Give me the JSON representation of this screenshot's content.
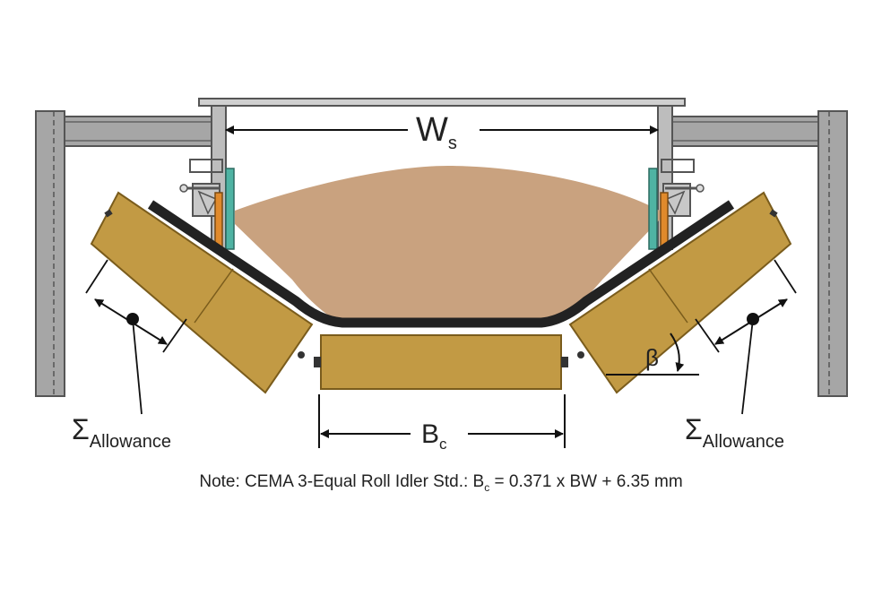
{
  "labels": {
    "ws_main": "W",
    "ws_sub": "s",
    "bc_main": "B",
    "bc_sub": "c",
    "beta": "β",
    "sigma": "Σ",
    "allowance": "Allowance"
  },
  "note": {
    "prefix": "Note: CEMA 3-Equal Roll Idler Std.: B",
    "sub": "c",
    "suffix": " = 0.371 x BW + 6.35 mm"
  },
  "colors": {
    "roll": "#c29a44",
    "roll_edge": "#7a5c1c",
    "material": "#c9a27f",
    "belt": "#222222",
    "steel": "#a6a6a6",
    "steel_edge": "#555555",
    "skirt": "#4fb3a3",
    "wear_strip": "#e08a2c"
  }
}
